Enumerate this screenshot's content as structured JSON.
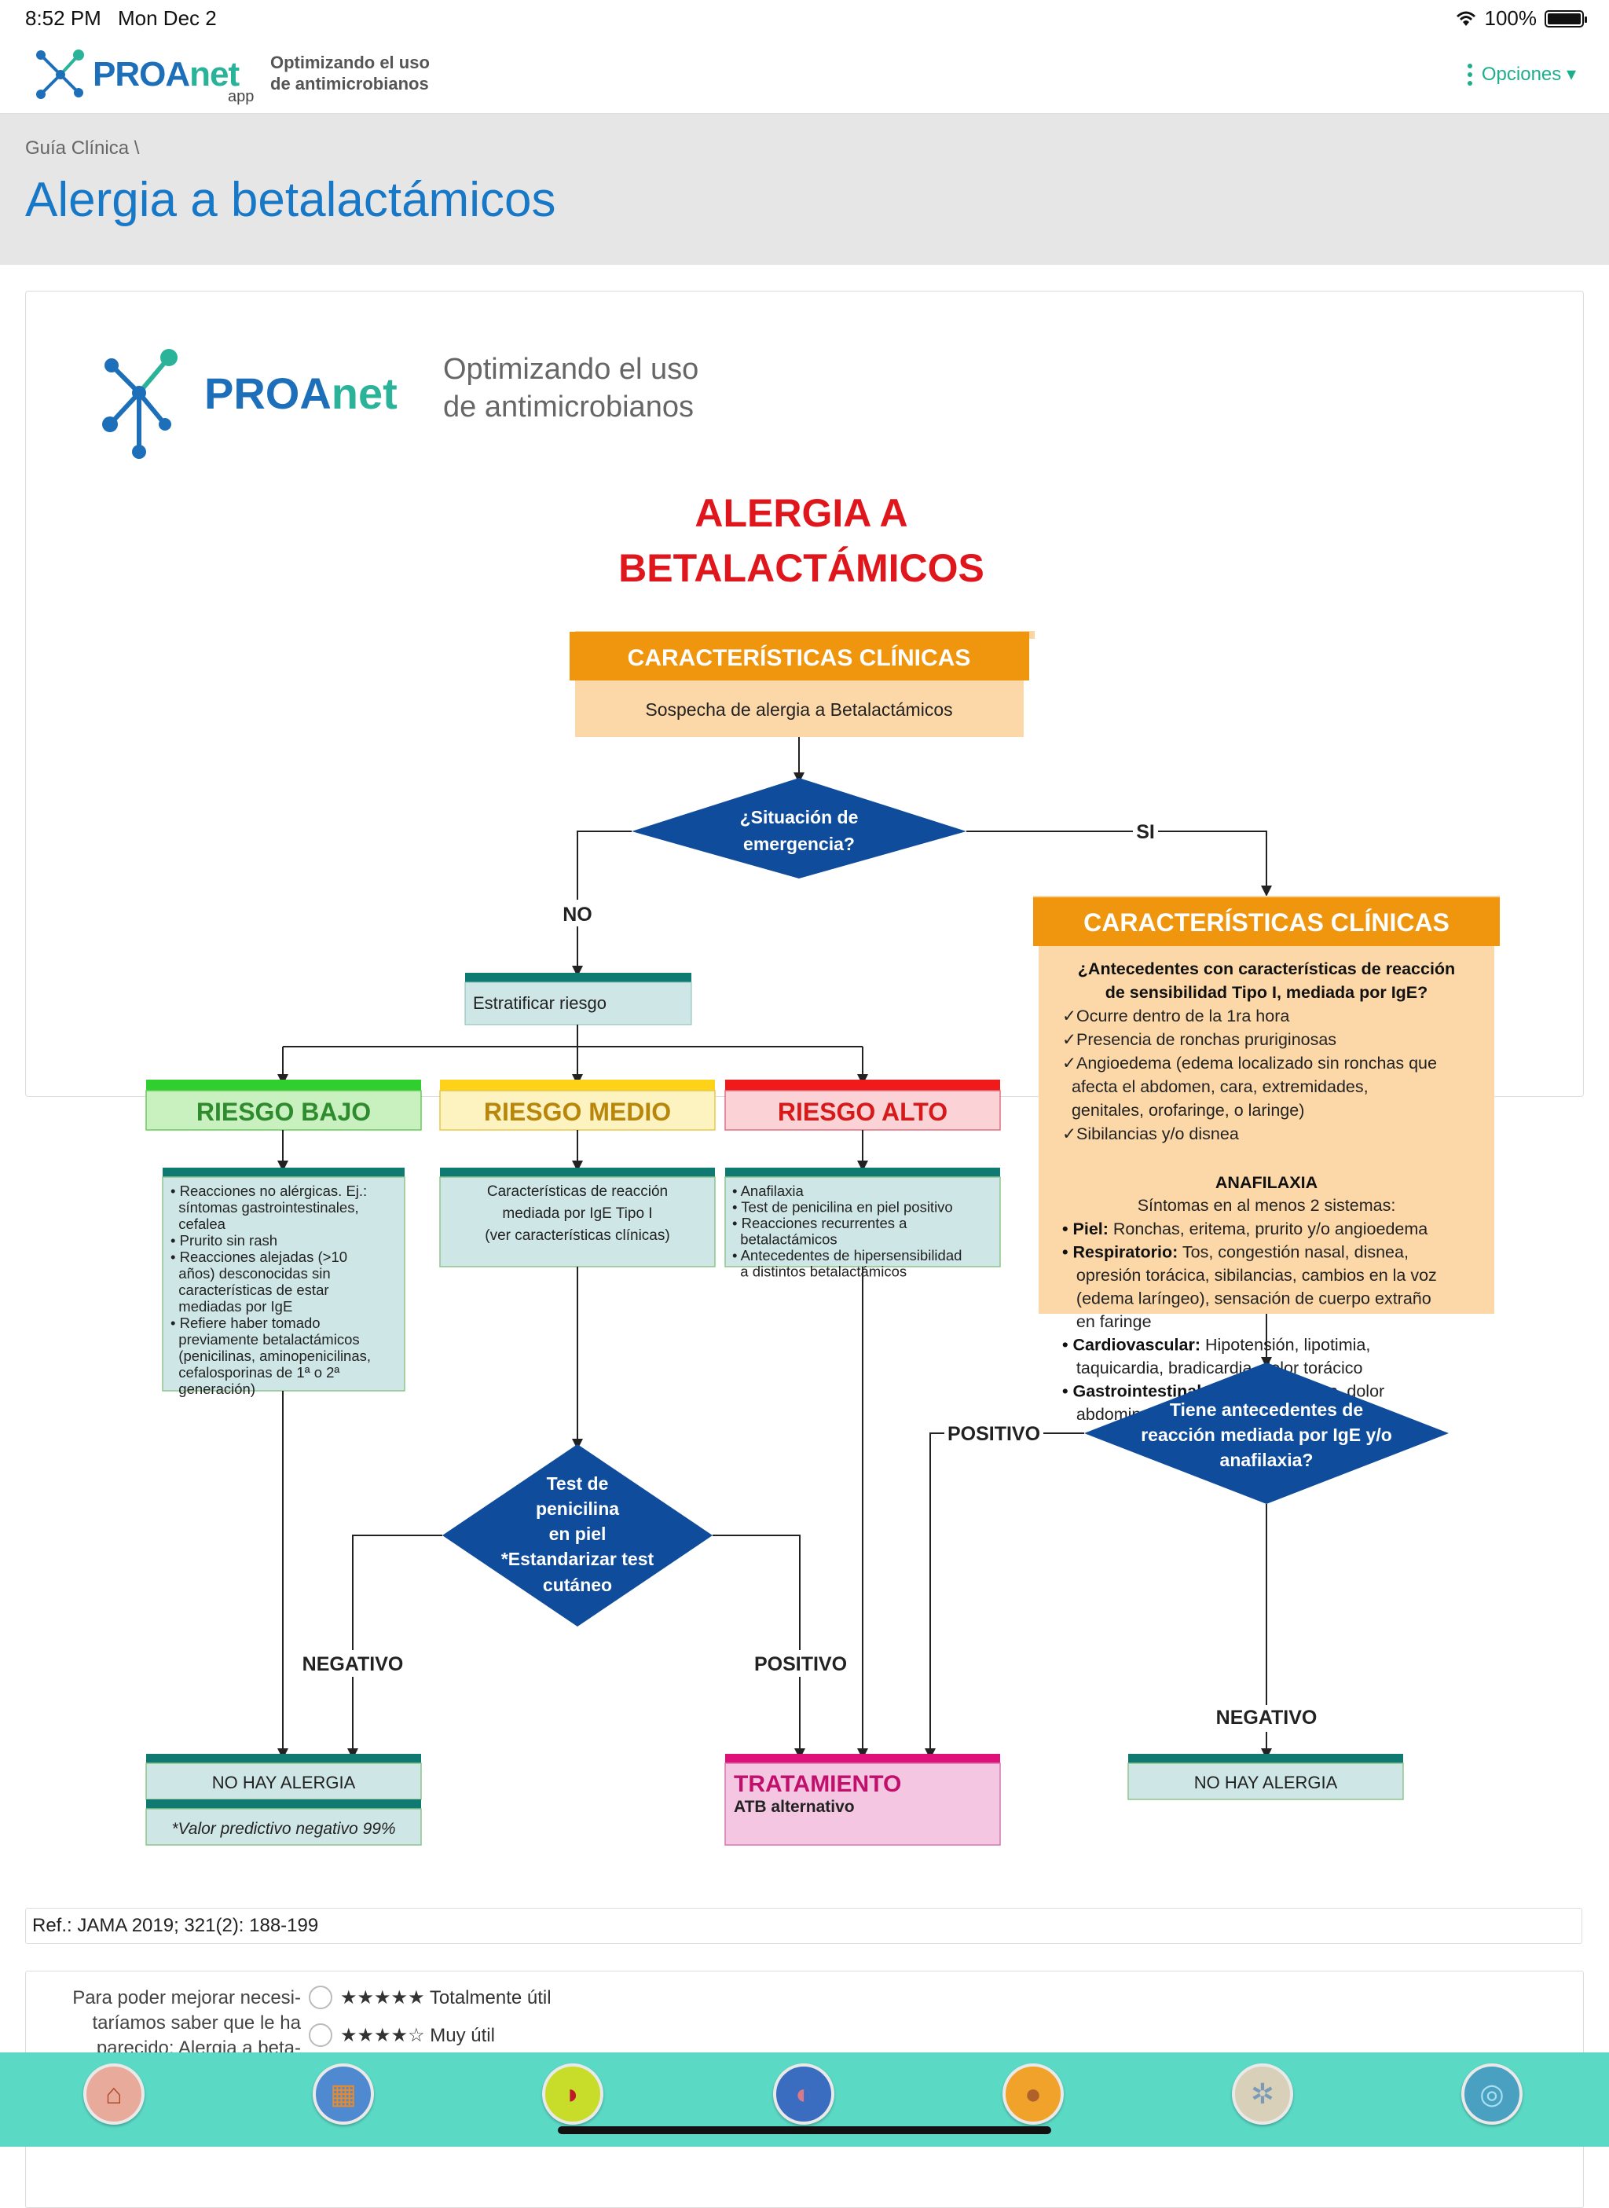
{
  "status": {
    "time": "8:52 PM",
    "date": "Mon Dec 2",
    "battery": "100%"
  },
  "header": {
    "brand_pro": "PROA",
    "brand_net": "net",
    "brand_sub": "app",
    "tagline_1": "Optimizando el uso",
    "tagline_2": "de antimicrobianos",
    "options_label": "Opciones ▾"
  },
  "breadcrumb": "Guía Clínica  \\",
  "page_title": "Alergia a betalactámicos",
  "figure": {
    "logo_pro": "PROA",
    "logo_net": "net",
    "logo_tagline_1": "Optimizando el uso",
    "logo_tagline_2": "de antimicrobianos",
    "title_1": "ALERGIA A",
    "title_2": "BETALACTÁMICOS",
    "cc_header": "CARACTERÍSTICAS CLÍNICAS",
    "cc_body": "Sospecha de alergia a Betalactámicos",
    "q1_1": "¿Situación de",
    "q1_2": "emergencia?",
    "no": "NO",
    "si": "SI",
    "stratify": "Estratificar riesgo",
    "risk_low": "RIESGO BAJO",
    "risk_mid": "RIESGO MEDIO",
    "risk_high": "RIESGO ALTO",
    "low_items": [
      "• Reacciones no alérgicas. Ej.:",
      "  síntomas gastrointestinales,",
      "  cefalea",
      "• Prurito sin rash",
      "• Reacciones alejadas (>10",
      "  años) desconocidas sin",
      "  características de estar",
      "  mediadas por IgE",
      "• Refiere haber tomado",
      "  previamente betalactámicos",
      "  (penicilinas, aminopenicilinas,",
      "  cefalosporinas de 1ª o 2ª",
      "  generación)"
    ],
    "mid_items": [
      "Características de reacción",
      "mediada por IgE Tipo I",
      "(ver características clínicas)"
    ],
    "high_items": [
      "• Anafilaxia",
      "• Test de penicilina en piel positivo",
      "• Reacciones recurrentes a",
      "  betalactámicos",
      "• Antecedentes de hipersensibilidad",
      "  a distintos betalactámicos"
    ],
    "cc2_header": "CARACTERÍSTICAS CLÍNICAS",
    "cc2_q1": "¿Antecedentes con características de reacción",
    "cc2_q2": "de sensibilidad Tipo I, mediada por IgE?",
    "cc2_checks": [
      "✓Ocurre dentro de la 1ra hora",
      "✓Presencia de ronchas pruriginosas",
      "✓Angioedema (edema localizado sin ronchas que",
      "  afecta el abdomen, cara, extremidades,",
      "  genitales, orofaringe, o laringe)",
      "✓Sibilancias y/o disnea"
    ],
    "anaf_title": "ANAFILAXIA",
    "anaf_sub": "Síntomas en al menos 2 sistemas:",
    "anaf_items": [
      {
        "b": "• Piel:",
        "t": " Ronchas, eritema, prurito y/o angioedema"
      },
      {
        "b": "• Respiratorio:",
        "t": " Tos, congestión nasal, disnea,"
      },
      {
        "b": "",
        "t": "  opresión torácica, sibilancias, cambios en la voz"
      },
      {
        "b": "",
        "t": "  (edema laríngeo), sensación de cuerpo extraño"
      },
      {
        "b": "",
        "t": "  en faringe"
      },
      {
        "b": "• Cardiovascular:",
        "t": " Hipotensión, lipotimia,"
      },
      {
        "b": "",
        "t": "  taquicardia, bradicardia, dolor torácico"
      },
      {
        "b": "• Gastrointestinal:",
        "t": " Nausea, vómitos, dolor"
      },
      {
        "b": "",
        "t": "  abdominal, diarrea"
      }
    ],
    "test_1": "Test de",
    "test_2": "penicilina",
    "test_3": "en piel",
    "test_4": "*Estandarizar test",
    "test_5": "cutáneo",
    "negativo": "NEGATIVO",
    "positivo": "POSITIVO",
    "q2_1": "Tiene antecedentes de",
    "q2_2": "reacción mediada por IgE y/o",
    "q2_3": "anafilaxia?",
    "no_allergy": "NO HAY ALERGIA",
    "npv": "*Valor predictivo negativo 99%",
    "treat_1": "TRATAMIENTO",
    "treat_2": "ATB alternativo"
  },
  "reference": "Ref.: JAMA 2019; 321(2): 188-199",
  "feedback": {
    "prompt_1": "Para poder mejorar necesi-",
    "prompt_2": "taríamos saber que le ha",
    "prompt_3": "parecido: Alergia a beta-",
    "opt1": "★★★★★ Totalmente útil",
    "opt2": "★★★★☆ Muy útil"
  },
  "tabs": [
    {
      "name": "home",
      "icon": "⌂"
    },
    {
      "name": "calculator",
      "icon": "▦"
    },
    {
      "name": "pill",
      "icon": "💊"
    },
    {
      "name": "kidney",
      "icon": "◐"
    },
    {
      "name": "liver",
      "icon": "●"
    },
    {
      "name": "bacteria",
      "icon": "✲"
    },
    {
      "name": "microbe",
      "icon": "◎"
    }
  ],
  "colors": {
    "brand_blue": "#1c6fb8",
    "brand_green": "#2bb39a",
    "accent_teal": "#5ad9c5",
    "diamond_blue": "#0f4c9c",
    "orange": "#f0960e",
    "red_title": "#e0161d"
  }
}
